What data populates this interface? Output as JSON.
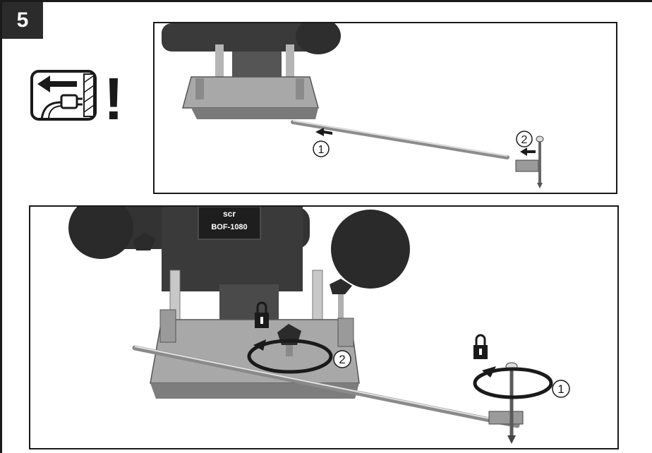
{
  "step": {
    "number": "5"
  },
  "warning": {
    "symbol": "!"
  },
  "figure_top": {
    "callouts": [
      {
        "label": "1",
        "meaning": "slide guide rod into base",
        "icon": "arrow-left-icon"
      },
      {
        "label": "2",
        "meaning": "attach centring pin holder",
        "icon": "arrow-left-icon"
      }
    ]
  },
  "figure_bottom": {
    "model_label": "BOF-1080",
    "brand_fragment": "scr",
    "callouts": [
      {
        "label": "1",
        "meaning": "tighten centring pin",
        "icon": "lock-icon"
      },
      {
        "label": "2",
        "meaning": "tighten guide rod clamp knob",
        "icon": "lock-icon"
      }
    ]
  },
  "colors": {
    "border": "#1a1a1a",
    "badge_bg": "#2b2b2b",
    "tool_body": "#3a3a3a",
    "base_grey": "#9c9c9c",
    "rod_grey": "#c8c8c8"
  }
}
